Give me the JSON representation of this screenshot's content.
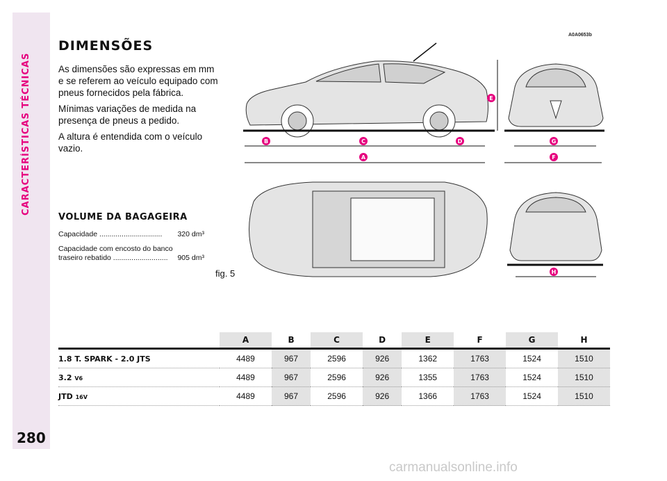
{
  "sidebar": {
    "title": "CARACTERÍSTICAS TÉCNICAS",
    "page_number": "280"
  },
  "dimensions": {
    "title": "DIMENSÕES",
    "paragraphs": [
      "As dimensões são expressas em mm e se referem ao veículo equipado com pneus fornecidos pela fábrica.",
      "Mínimas variações de medida na presença de pneus a pedido.",
      "A altura é entendida com o veículo vazio."
    ]
  },
  "luggage": {
    "title": "VOLUME DA BAGAGEIRA",
    "rows": [
      {
        "label": "Capacidade ...............................",
        "value": "320 dm³"
      },
      {
        "label": "Capacidade com encosto do banco traseiro rebatido ...........................",
        "value": "905 dm³"
      }
    ]
  },
  "figure": {
    "label": "fig. 5",
    "code": "A0A0653b",
    "markers": [
      "A",
      "B",
      "C",
      "D",
      "E",
      "F",
      "G",
      "H"
    ]
  },
  "table": {
    "columns": [
      "A",
      "B",
      "C",
      "D",
      "E",
      "F",
      "G",
      "H"
    ],
    "rows": [
      {
        "model": "1.8 T. SPARK - 2.0 JTS",
        "suffix": "",
        "values": [
          "4489",
          "967",
          "2596",
          "926",
          "1362",
          "1763",
          "1524",
          "1510"
        ]
      },
      {
        "model": "3.2",
        "suffix": "V6",
        "values": [
          "4489",
          "967",
          "2596",
          "926",
          "1355",
          "1763",
          "1524",
          "1510"
        ]
      },
      {
        "model": "JTD",
        "suffix": "16V",
        "values": [
          "4489",
          "967",
          "2596",
          "926",
          "1366",
          "1763",
          "1524",
          "1510"
        ]
      }
    ]
  },
  "watermark": "carmanualsonline.info",
  "colors": {
    "accent": "#e6007e",
    "sidebar_bg": "#f0e5f0",
    "column_shade": "#e3e3e3"
  }
}
